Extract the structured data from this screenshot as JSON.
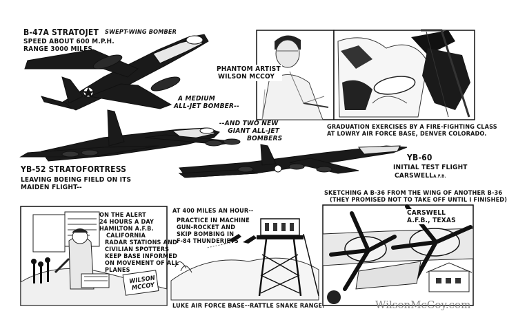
{
  "top_left": {
    "b47_title": "B-47A STRATOJET",
    "b47_tag": "SWEPT-WING BOMBER",
    "b47_speed": "SPEED ABOUT 600 M.P.H.",
    "b47_range": "RANGE 3000 MILES",
    "medium_line1": "A MEDIUM",
    "medium_line2": "ALL-JET BOMBER--",
    "two_new_line1": "--AND TWO NEW",
    "two_new_line2": "GIANT ALL-JET",
    "two_new_line3": "BOMBERS",
    "yb52_title": "YB-52 STRATOFORTRESS",
    "yb52_line1": "LEAVING BOEING FIELD ON ITS",
    "yb52_line2": "MAIDEN FLIGHT--",
    "yb60_title": "YB-60",
    "yb60_line1": "INITIAL TEST FLIGHT",
    "yb60_line2": "CARSWELL",
    "yb60_line2_sub": "A.F.B."
  },
  "top_right": {
    "artist_line1": "PHANTOM ARTIST",
    "artist_line2": "WILSON McCOY",
    "graduation_line1": "GRADUATION EXERCISES BY A FIRE-FIGHTING CLASS",
    "graduation_line2": "AT LOWRY AIR FORCE BASE, DENVER COLORADO."
  },
  "bottom_left": {
    "alert_line1": "ON THE ALERT",
    "alert_line2": "24 HOURS A DAY",
    "alert_line3": "HAMILTON A.F.B.",
    "alert_line4": "CALIFORNIA",
    "alert_line5": "RADAR STATIONS AND",
    "alert_line6": "CIVILIAN SPOTTERS",
    "alert_line7": "KEEP BASE INFORMED",
    "alert_line8": "ON MOVEMENT OF ALL",
    "alert_line9": "PLANES",
    "sign_line1": "WILSON",
    "sign_line2": "McCOY"
  },
  "bottom_middle": {
    "speed": "AT 400 MILES AN HOUR--",
    "practice_line1": "PRACTICE IN MACHINE",
    "practice_line2": "GUN-ROCKET AND",
    "practice_line3": "SKIP BOMBING IN",
    "practice_line4": "F-84 THUNDERJETS",
    "caption": "LUKE AIR FORCE BASE--RATTLE SNAKE RANGE."
  },
  "bottom_right": {
    "sketch_line1": "SKETCHING A B-36 FROM THE WING OF ANOTHER B-36",
    "sketch_line2": "(THEY PROMISED NOT TO TAKE OFF UNTIL I FINISHED)",
    "carswell_line1": "CARSWELL",
    "carswell_line2": "A.F.B., TEXAS"
  },
  "watermark": "WilsonMcCoy.com"
}
